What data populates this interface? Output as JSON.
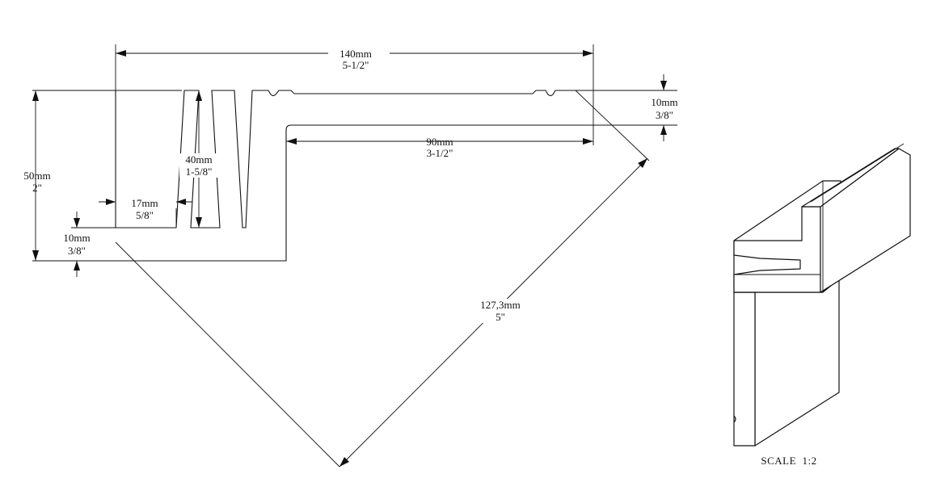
{
  "dimensions": {
    "overall_width": {
      "metric": "140mm",
      "imperial": "5-1/2\""
    },
    "top_thickness": {
      "metric": "10mm",
      "imperial": "3/8\""
    },
    "top_length": {
      "metric": "90mm",
      "imperial": "3-1/2\""
    },
    "overall_height": {
      "metric": "50mm",
      "imperial": "2\""
    },
    "groove_depth": {
      "metric": "40mm",
      "imperial": "1-5/8\""
    },
    "flange_width": {
      "metric": "17mm",
      "imperial": "5/8\""
    },
    "bottom_thickness": {
      "metric": "10mm",
      "imperial": "3/8\""
    },
    "diagonal": {
      "metric": "127,3mm",
      "imperial": "5\""
    }
  },
  "scale_label": "SCALE  1:2"
}
